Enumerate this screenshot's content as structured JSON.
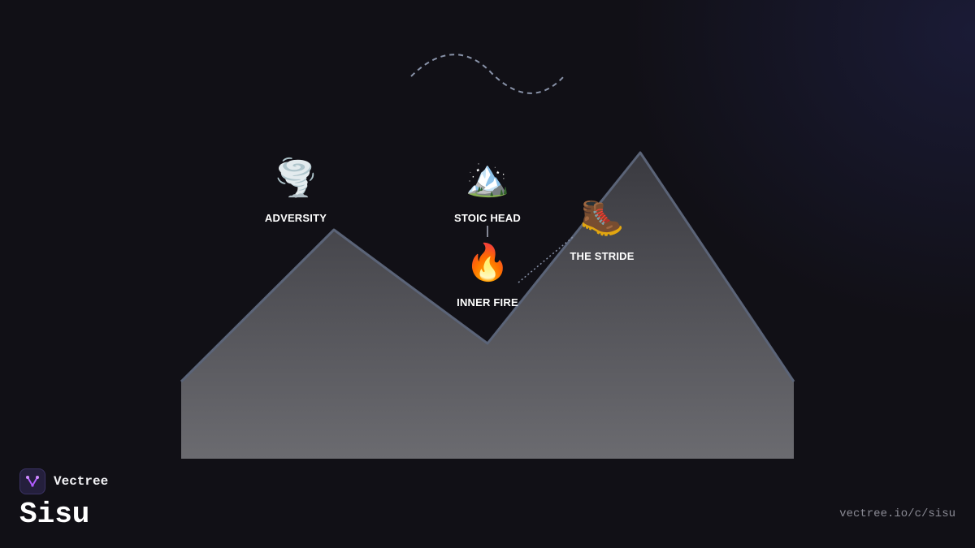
{
  "diagram": {
    "nodes": [
      {
        "id": "adversity",
        "icon": "tornado-icon",
        "glyph": "🌪️",
        "label": "ADVERSITY"
      },
      {
        "id": "stoic-head",
        "icon": "snow-capped-mountain-icon",
        "glyph": "🏔️",
        "label": "STOIC HEAD"
      },
      {
        "id": "inner-fire",
        "icon": "fire-icon",
        "glyph": "🔥",
        "label": "INNER FIRE"
      },
      {
        "id": "the-stride",
        "icon": "hiking-boot-icon",
        "glyph": "🥾",
        "label": "THE STRIDE"
      }
    ],
    "colors": {
      "mountain_top": "#3a3a40",
      "mountain_bottom": "#6b6b70",
      "mountain_outline": "#5b6478",
      "connector": "#8892a8"
    }
  },
  "branding": {
    "brand_name": "Vectree",
    "logo_icon": "vectree-logo-icon",
    "title": "Sisu",
    "url": "vectree.io/c/sisu",
    "logo_color": "#b15cff"
  }
}
